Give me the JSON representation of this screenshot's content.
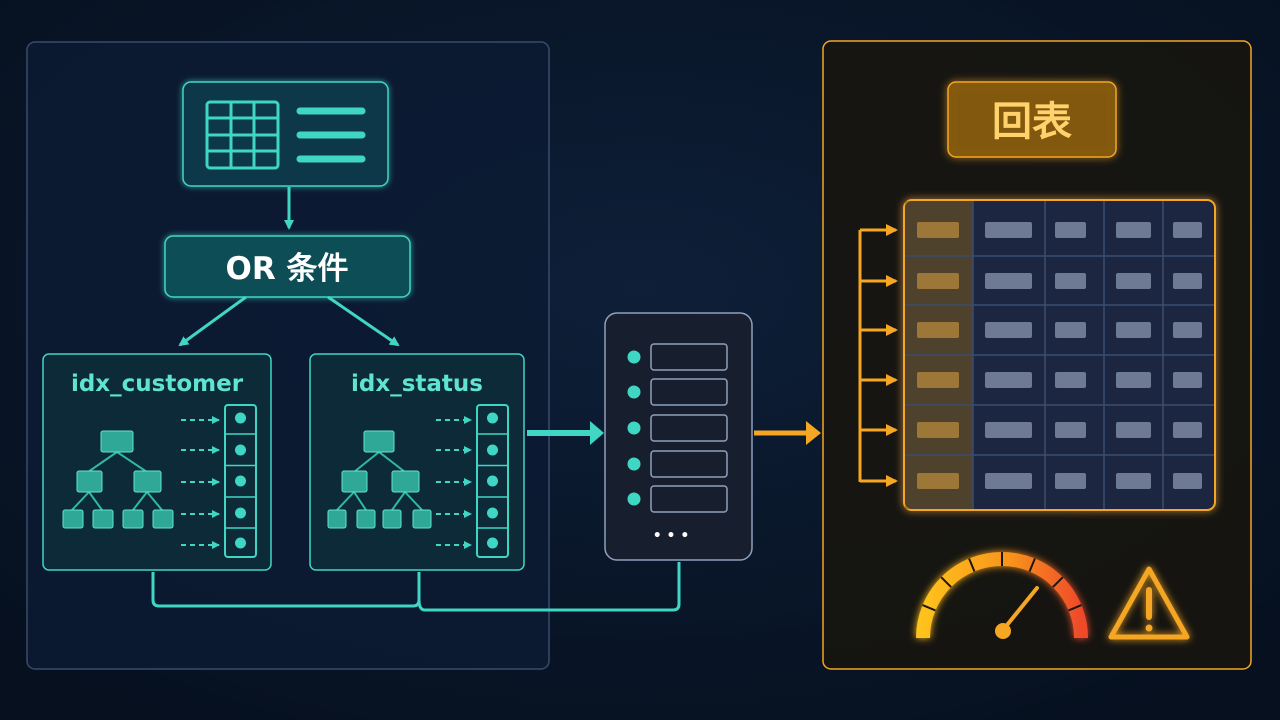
{
  "or_label": "OR 条件",
  "index_a_label": "idx_customer",
  "index_b_label": "idx_status",
  "back_to_table_label": "回表",
  "result_more": "• • •",
  "icons": {
    "table": "table-grid-icon",
    "list": "list-icon",
    "tree": "btree-icon",
    "gauge": "speedometer-gauge-icon",
    "warning": "warning-triangle-icon"
  },
  "colors": {
    "background": "#091628",
    "teal": "#3fd6c3",
    "orange": "#f5a623",
    "slate": "#8fa0bd",
    "red": "#ef4a2a"
  }
}
